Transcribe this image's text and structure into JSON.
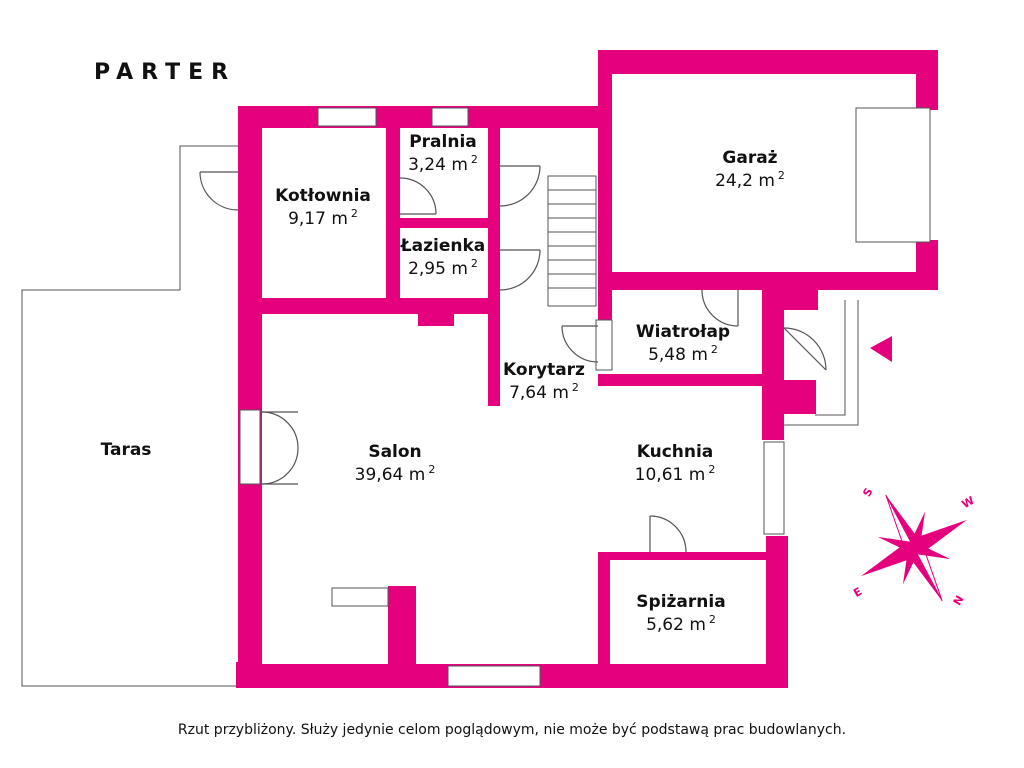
{
  "title": "PARTER",
  "rooms": [
    {
      "name": "Kotłownia",
      "area": "9,17 m",
      "unit_sup": "2"
    },
    {
      "name": "Pralnia",
      "area": "3,24 m",
      "unit_sup": "2"
    },
    {
      "name": "Łazienka",
      "area": "2,95 m",
      "unit_sup": "2"
    },
    {
      "name": "Garaż",
      "area": "24,2 m",
      "unit_sup": "2"
    },
    {
      "name": "Wiatrołap",
      "area": "5,48 m",
      "unit_sup": "2"
    },
    {
      "name": "Korytarz",
      "area": "7,64 m",
      "unit_sup": "2"
    },
    {
      "name": "Salon",
      "area": "39,64 m",
      "unit_sup": "2"
    },
    {
      "name": "Kuchnia",
      "area": "10,61 m",
      "unit_sup": "2"
    },
    {
      "name": "Spiżarnia",
      "area": "5,62 m",
      "unit_sup": "2"
    }
  ],
  "terrace": {
    "name": "Taras"
  },
  "compass": {
    "labels": [
      "S",
      "W",
      "E",
      "N"
    ]
  },
  "disclaimer": "Rzut przybliżony. Służy jedynie celom poglądowym, nie może być podstawą prac budowlanych.",
  "colors": {
    "wall": "#e5007e",
    "line": "#555555"
  }
}
